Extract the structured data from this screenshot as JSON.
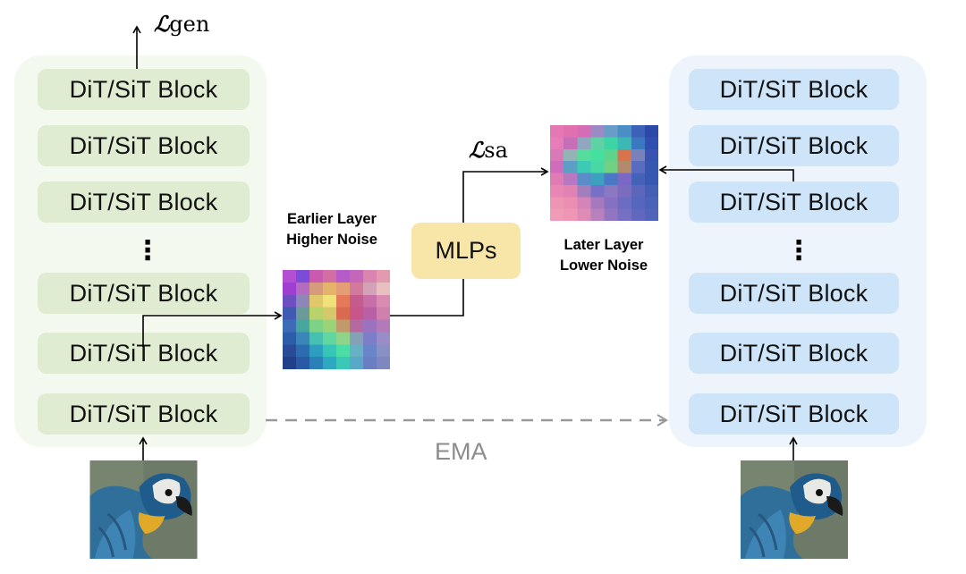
{
  "losses": {
    "gen": {
      "symbol": "ℒ",
      "subscript": "gen"
    },
    "sa": {
      "symbol": "ℒ",
      "subscript": "sa"
    }
  },
  "left_stack": {
    "blocks": [
      "DiT/SiT Block",
      "DiT/SiT Block",
      "DiT/SiT Block",
      "DiT/SiT Block",
      "DiT/SiT Block",
      "DiT/SiT Block"
    ],
    "ellipsis": "⋮"
  },
  "right_stack": {
    "blocks": [
      "DiT/SiT Block",
      "DiT/SiT Block",
      "DiT/SiT Block",
      "DiT/SiT Block",
      "DiT/SiT Block",
      "DiT/SiT Block"
    ],
    "ellipsis": "⋮"
  },
  "earlier_caption": {
    "line1": "Earlier Layer",
    "line2": "Higher Noise"
  },
  "later_caption": {
    "line1": "Later Layer",
    "line2": "Lower Noise"
  },
  "mlp_label": "MLPs",
  "ema_label": "EMA",
  "colors": {
    "green_block": "#dfecd1",
    "green_panel": "#f4f9ef",
    "blue_block": "#cde4f9",
    "blue_panel": "#eef4fc",
    "mlp": "#f8e6a9",
    "ema_arrow": "#999999"
  }
}
